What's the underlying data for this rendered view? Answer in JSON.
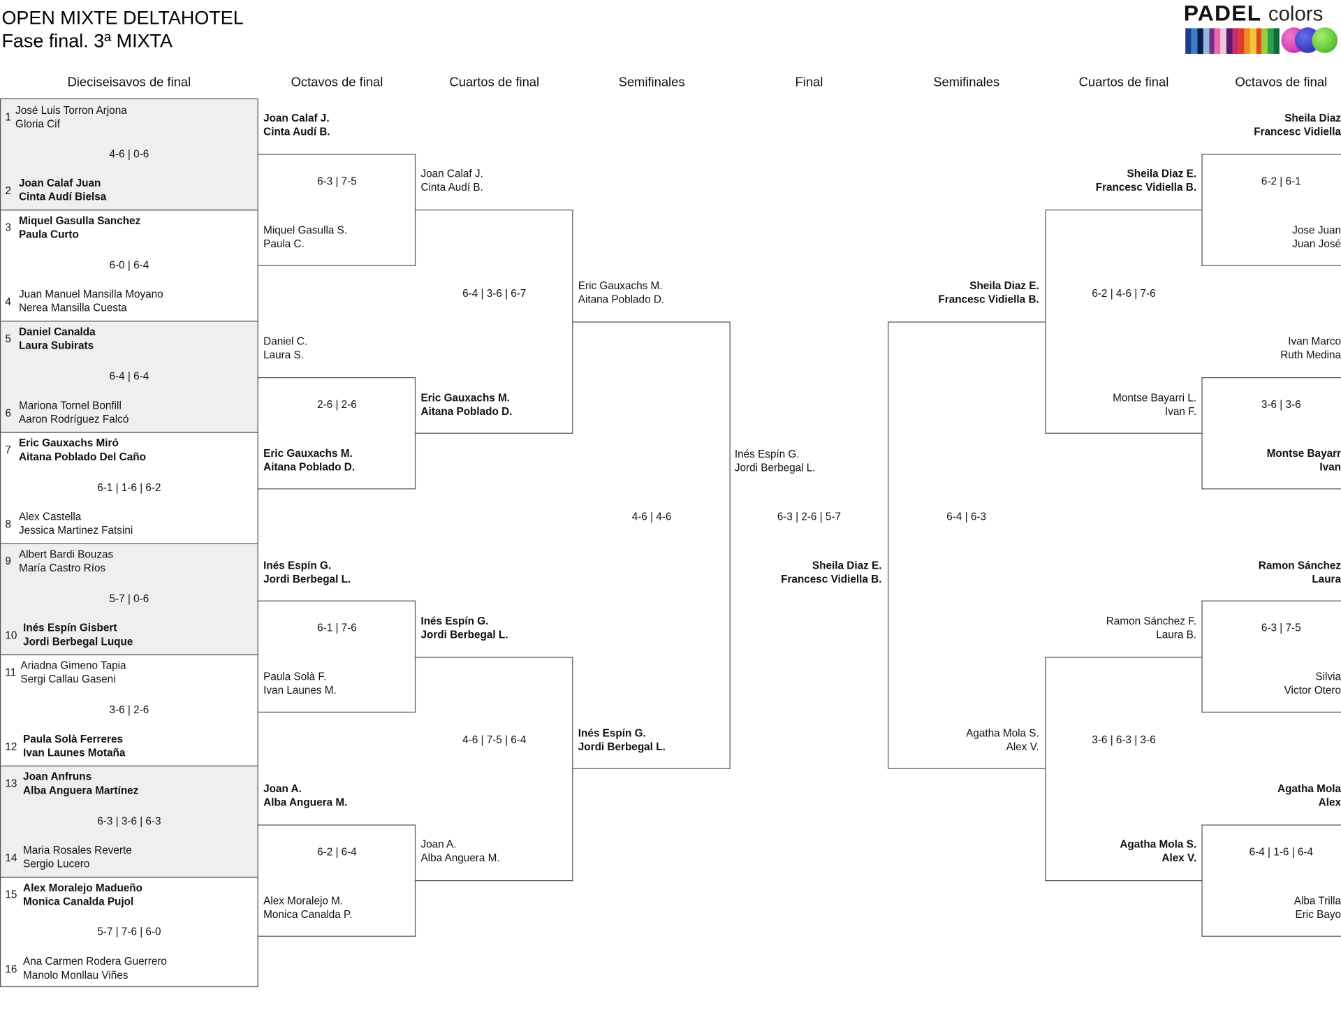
{
  "title": {
    "line1": "OPEN MIXTE DELTAHOTEL",
    "line2": "Fase final. 3ª MIXTA"
  },
  "logo": {
    "brand": "PADEL",
    "suffix": "colors",
    "icon": "padel-balls-logo"
  },
  "headers": [
    "Dieciseisavos de final",
    "Octavos de final",
    "Cuartos de final",
    "Semifinales",
    "Final",
    "Semifinales",
    "Cuartos de final",
    "Octavos de final"
  ],
  "r32": [
    {
      "num": "1",
      "p1": "José Luis Torron Arjona",
      "p2": "Gloria Cif"
    },
    {
      "num": "2",
      "p1": "Joan Calaf Juan",
      "p2": "Cinta Audí Bielsa"
    },
    {
      "num": "3",
      "p1": "Miquel Gasulla Sanchez",
      "p2": "Paula Curto"
    },
    {
      "num": "4",
      "p1": "Juan Manuel Mansilla Moyano",
      "p2": "Nerea Mansilla Cuesta"
    },
    {
      "num": "5",
      "p1": "Daniel Canalda",
      "p2": "Laura Subirats"
    },
    {
      "num": "6",
      "p1": "Mariona Tornel Bonfill",
      "p2": "Aaron Rodríguez Falcó"
    },
    {
      "num": "7",
      "p1": "Eric Gauxachs Miró",
      "p2": "Aitana Poblado Del Caño"
    },
    {
      "num": "8",
      "p1": "Alex Castella",
      "p2": "Jessica Martinez Fatsini"
    },
    {
      "num": "9",
      "p1": "Albert Bardi Bouzas",
      "p2": "María Castro Ríos"
    },
    {
      "num": "10",
      "p1": "Inés Espín Gisbert",
      "p2": "Jordi Berbegal Luque"
    },
    {
      "num": "11",
      "p1": "Ariadna Gimeno Tapia",
      "p2": "Sergi Callau Gaseni"
    },
    {
      "num": "12",
      "p1": "Paula Solà Ferreres",
      "p2": "Ivan Launes Motaña"
    },
    {
      "num": "13",
      "p1": "Joan Anfruns",
      "p2": "Alba Anguera Martínez"
    },
    {
      "num": "14",
      "p1": "Maria Rosales Reverte",
      "p2": "Sergio Lucero"
    },
    {
      "num": "15",
      "p1": "Alex Moralejo Madueño",
      "p2": "Monica Canalda Pujol"
    },
    {
      "num": "16",
      "p1": "Ana Carmen Rodera Guerrero",
      "p2": "Manolo Monllau Viñes"
    }
  ],
  "r32_scores": [
    "4-6 | 0-6",
    "6-0 | 6-4",
    "6-4 | 6-4",
    "6-1 | 1-6 | 6-2",
    "5-7 | 0-6",
    "3-6 | 2-6",
    "6-3 | 3-6 | 6-3",
    "5-7 | 7-6 | 6-0"
  ],
  "r16_left": [
    {
      "p1": "Joan Calaf J.",
      "p2": "Cinta Audí B."
    },
    {
      "p1": "Miquel Gasulla S.",
      "p2": "Paula C."
    },
    {
      "p1": "Daniel C.",
      "p2": "Laura S."
    },
    {
      "p1": "Eric Gauxachs M.",
      "p2": "Aitana Poblado D."
    },
    {
      "p1": "Inés Espín G.",
      "p2": "Jordi Berbegal L."
    },
    {
      "p1": "Paula Solà F.",
      "p2": "Ivan Launes M."
    },
    {
      "p1": "Joan A.",
      "p2": "Alba Anguera M."
    },
    {
      "p1": "Alex Moralejo M.",
      "p2": "Monica Canalda P."
    }
  ],
  "r16_left_scores": [
    "6-3 | 7-5",
    "2-6 | 2-6",
    "6-1 | 7-6",
    "6-2 | 6-4"
  ],
  "qf_left": [
    {
      "p1": "Joan Calaf J.",
      "p2": "Cinta Audí B."
    },
    {
      "p1": "Eric Gauxachs M.",
      "p2": "Aitana Poblado D."
    },
    {
      "p1": "Inés Espín G.",
      "p2": "Jordi Berbegal L."
    },
    {
      "p1": "Joan A.",
      "p2": "Alba Anguera M."
    }
  ],
  "qf_left_scores": [
    "6-4 | 3-6 | 6-7",
    "4-6 | 7-5 | 6-4"
  ],
  "sf_left": [
    {
      "p1": "Eric Gauxachs M.",
      "p2": "Aitana Poblado D."
    },
    {
      "p1": "Inés Espín G.",
      "p2": "Jordi Berbegal L."
    }
  ],
  "sf_left_score": "4-6 | 4-6",
  "final": {
    "top": {
      "p1": "Inés Espín G.",
      "p2": "Jordi Berbegal L."
    },
    "bottom": {
      "p1": "Sheila Diaz E.",
      "p2": "Francesc Vidiella B."
    },
    "score": "6-3 | 2-6 | 5-7"
  },
  "sf_right": [
    {
      "p1": "Sheila Diaz E.",
      "p2": "Francesc Vidiella B."
    },
    {
      "p1": "Agatha Mola S.",
      "p2": "Alex V."
    }
  ],
  "sf_right_score": "6-4 | 6-3",
  "qf_right": [
    {
      "p1": "Sheila Diaz E.",
      "p2": "Francesc Vidiella B."
    },
    {
      "p1": "Montse Bayarri L.",
      "p2": "Ivan F."
    },
    {
      "p1": "Ramon Sánchez F.",
      "p2": "Laura B."
    },
    {
      "p1": "Agatha Mola S.",
      "p2": "Alex V."
    }
  ],
  "qf_right_scores": [
    "6-2 | 4-6 | 7-6",
    "3-6 | 6-3 | 3-6"
  ],
  "r16_right": [
    {
      "p1": "Sheila Diaz",
      "p2": "Francesc Vidiella"
    },
    {
      "p1": "Jose Juan",
      "p2": "Juan José"
    },
    {
      "p1": "Ivan Marco",
      "p2": "Ruth Medina"
    },
    {
      "p1": "Montse Bayarr",
      "p2": "Ivan"
    },
    {
      "p1": "Ramon Sánchez",
      "p2": "Laura"
    },
    {
      "p1": "Silvia",
      "p2": "Victor Otero"
    },
    {
      "p1": "Agatha Mola",
      "p2": "Alex"
    },
    {
      "p1": "Alba Trilla",
      "p2": "Eric Bayo"
    }
  ],
  "r16_right_scores": [
    "6-2 | 6-1",
    "3-6 | 3-6",
    "6-3 | 7-5",
    "6-4 | 1-6 | 6-4"
  ]
}
